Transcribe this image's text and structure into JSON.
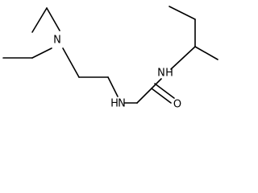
{
  "molecule": {
    "atoms": {
      "amine_n_diethyl": "N",
      "amine_nh": "H",
      "amine_nh_n": "N",
      "amide_nh": "H",
      "amide_nh_n": "N",
      "carbonyl_o": "O"
    }
  }
}
